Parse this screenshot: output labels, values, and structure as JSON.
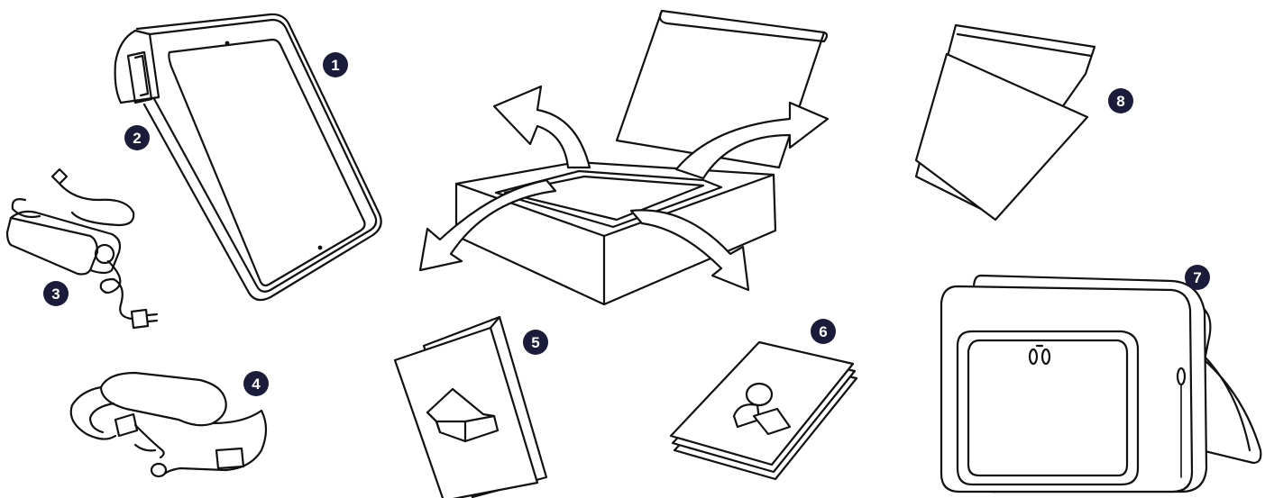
{
  "colors": {
    "line": "#111111",
    "badge": "#1b1b3a",
    "badge_text": "#ffffff",
    "background": "#ffffff"
  },
  "items": [
    {
      "number": "1",
      "icon": "tablet-device-icon"
    },
    {
      "number": "2",
      "icon": "card-reader-icon"
    },
    {
      "number": "3",
      "icon": "power-adapter-icon"
    },
    {
      "number": "4",
      "icon": "hand-strap-icon"
    },
    {
      "number": "5",
      "icon": "quick-start-guide-icon"
    },
    {
      "number": "6",
      "icon": "documents-icon"
    },
    {
      "number": "7",
      "icon": "carrying-bag-icon"
    },
    {
      "number": "8",
      "icon": "screen-protector-icon"
    }
  ],
  "center": {
    "icon": "unboxing-box-icon"
  }
}
